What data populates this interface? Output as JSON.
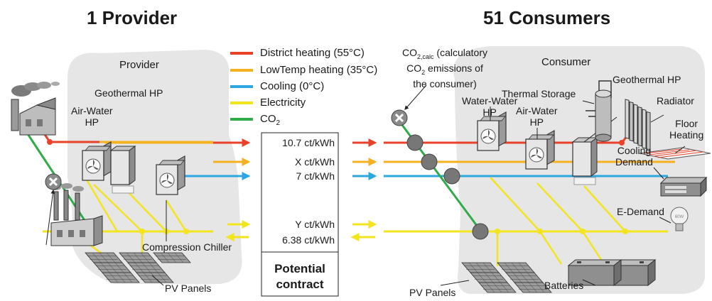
{
  "titles": {
    "provider": "1 Provider",
    "consumers": "51 Consumers"
  },
  "legend": [
    {
      "label": "District heating (55°C)",
      "color": "#e8432a"
    },
    {
      "label": "LowTemp heating (35°C)",
      "color": "#f4b223"
    },
    {
      "label": "Cooling (0°C)",
      "color": "#2ea7e0"
    },
    {
      "label": "Electricity",
      "color": "#f2e41e"
    },
    {
      "label": "CO",
      "sub": "2",
      "color": "#2fab4a"
    }
  ],
  "provider": {
    "region_label": "Provider",
    "geothermal_hp": "Geothermal  HP",
    "air_water_hp": [
      "Air-Water",
      "HP"
    ],
    "compression_chiller": "Compression Chiller",
    "pv_panels": "PV Panels"
  },
  "contract": {
    "prices": [
      "10.7 ct/kWh",
      "X ct/kWh",
      "7 ct/kWh",
      "Y ct/kWh",
      "6.38 ct/kWh"
    ],
    "label": [
      "Potential",
      "contract"
    ]
  },
  "consumer": {
    "region_label": "Consumer",
    "co2calc_note": {
      "line1_main": "CO",
      "line1_sub": "2,calc",
      "line1_rest": " (calculatory",
      "line2_main": "CO",
      "line2_sub": "2",
      "line2_rest": " emissions of",
      "line3": "the consumer)"
    },
    "thermal_storage": "Thermal Storage",
    "geothermal_hp": "Geothermal HP",
    "water_water_hp": [
      "Water-Water",
      "HP"
    ],
    "air_water_hp": [
      "Air-Water",
      "HP"
    ],
    "radiator": "Radiator",
    "floor_heating": [
      "Floor",
      "Heating"
    ],
    "cooling_demand": [
      "Cooling",
      "Demand"
    ],
    "e_demand": "E-Demand",
    "batteries": "Batteries",
    "pv_panels": "PV Panels"
  },
  "icons": [
    "factory-icon",
    "power-plant-icon",
    "heat-pump-icon",
    "pv-panel-icon",
    "battery-icon",
    "light-bulb-icon",
    "radiator-icon",
    "tank-icon",
    "co2-cross-icon"
  ]
}
